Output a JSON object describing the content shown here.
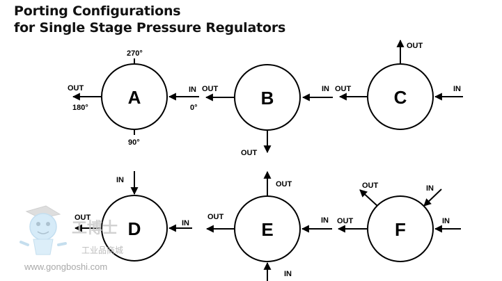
{
  "title": {
    "line1": "Porting Configurations",
    "line2": "for Single Stage Pressure Regulators"
  },
  "regulators": {
    "A": {
      "letter": "A",
      "out": "OUT",
      "in": "IN",
      "deg270": "270°",
      "deg180": "180°",
      "deg0": "0°",
      "deg90": "90°"
    },
    "B": {
      "letter": "B",
      "out_left": "OUT",
      "in": "IN",
      "out_bottom": "OUT"
    },
    "C": {
      "letter": "C",
      "out_top": "OUT",
      "out_left": "OUT",
      "in": "IN"
    },
    "D": {
      "letter": "D",
      "in_top": "IN",
      "out": "OUT",
      "in_right": "IN"
    },
    "E": {
      "letter": "E",
      "out_top": "OUT",
      "out_left": "OUT",
      "in_right": "IN",
      "in_bottom": "IN"
    },
    "F": {
      "letter": "F",
      "out_topleft": "OUT",
      "in_topright": "IN",
      "out_left": "OUT",
      "in_right": "IN"
    }
  },
  "watermark": {
    "brand": "工博士",
    "tagline": "工业品商城",
    "url": "www.gongboshi.com"
  }
}
